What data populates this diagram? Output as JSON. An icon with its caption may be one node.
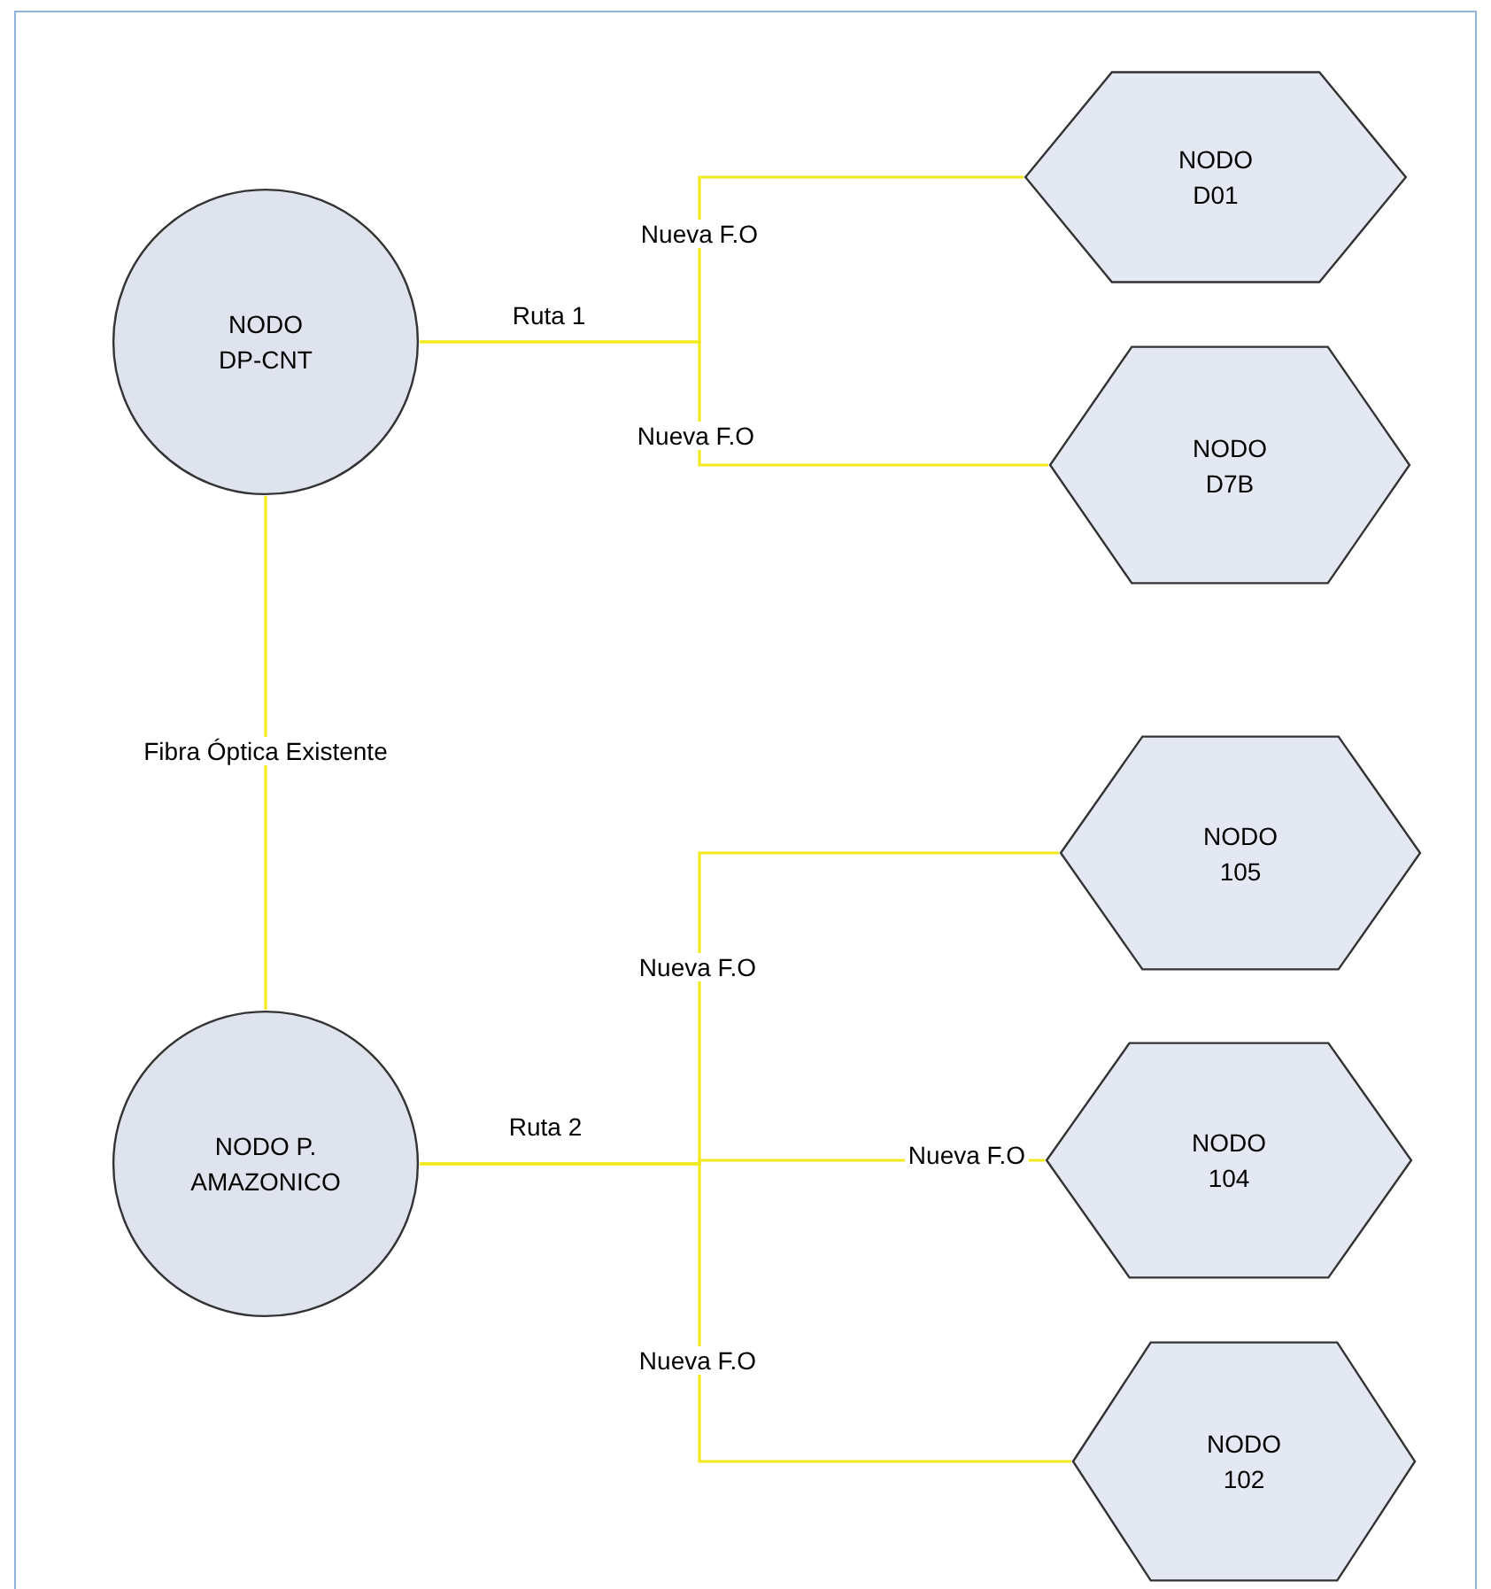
{
  "diagram": {
    "nodes": [
      {
        "text": [
          "NODO DP-CNT"
        ]
      },
      {
        "text": [
          "NODO D01"
        ]
      },
      {
        "text": [
          "NODO D7B"
        ]
      },
      {
        "text": [
          "NODO P. AMAZONICO"
        ]
      },
      {
        "text": [
          "NODO 105"
        ]
      },
      {
        "text": [
          "NODO 104"
        ]
      },
      {
        "text": [
          "NODO 102"
        ]
      }
    ],
    "edges": [
      {
        "from": 0,
        "to": 1,
        "arrow": "none",
        "label": "Nueva F.O"
      },
      {
        "from": 0,
        "to": 2,
        "arrow": "none",
        "label": "Nueva F.O"
      },
      {
        "from": 0,
        "to": 3,
        "arrow": "none",
        "label": "Fibra Óptica Existente"
      },
      {
        "from": 3,
        "to": 4,
        "arrow": "none",
        "label": "Nueva F.O"
      },
      {
        "from": 3,
        "to": 5,
        "arrow": "none",
        "label": "Nueva F.O"
      },
      {
        "from": 3,
        "to": 6,
        "arrow": "none",
        "label": "Nueva F.O"
      }
    ],
    "labels": [
      "Ruta 1",
      "Ruta 2"
    ]
  }
}
